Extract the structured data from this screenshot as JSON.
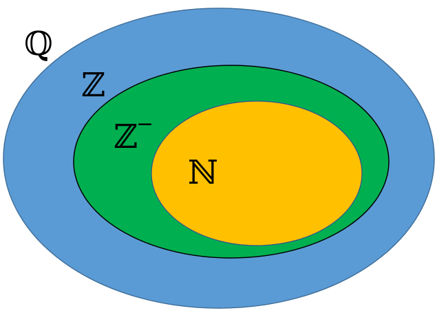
{
  "diagram": {
    "title": "Number sets",
    "sets": [
      {
        "id": "rationals",
        "label": "ℚ",
        "color": "#5b9bd5"
      },
      {
        "id": "integers",
        "label": "ℤ",
        "color": "#00b050"
      },
      {
        "id": "negative-integers",
        "label": "ℤ",
        "superscript": "−",
        "color": "#00b050"
      },
      {
        "id": "naturals",
        "label": "ℕ",
        "color": "#ffc000"
      }
    ]
  }
}
